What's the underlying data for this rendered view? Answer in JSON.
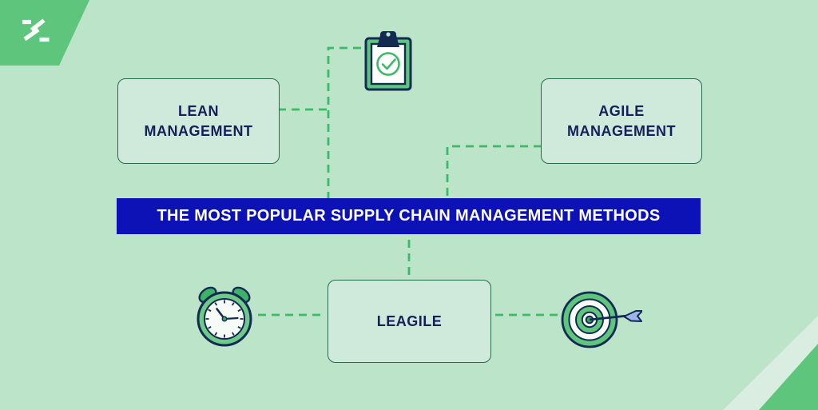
{
  "title_banner": {
    "label": "THE MOST POPULAR SUPPLY CHAIN MANAGEMENT METHODS"
  },
  "nodes": {
    "lean": {
      "label": "LEAN MANAGEMENT"
    },
    "agile": {
      "label": "AGILE MANAGEMENT"
    },
    "leagile": {
      "label": "LEAGILE"
    }
  },
  "icons": {
    "logo": "brand-logo-icon",
    "clipboard": "clipboard-checklist-icon",
    "clock": "alarm-clock-icon",
    "target": "target-arrow-icon"
  },
  "colors": {
    "background": "#bce4c9",
    "node_fill": "#cfeada",
    "node_border": "#266b50",
    "banner_bg": "#0c12b6",
    "banner_text": "#ffffff",
    "text_navy": "#14205a",
    "connector_green": "#3cba67",
    "icon_green": "#5ec57d",
    "icon_green_dark": "#2ea95c",
    "outline_navy": "#132a52",
    "fletching_blue": "#9fb3ec",
    "corner_stripe": "#d9eee0",
    "corner_triangle": "#5ec57d"
  }
}
